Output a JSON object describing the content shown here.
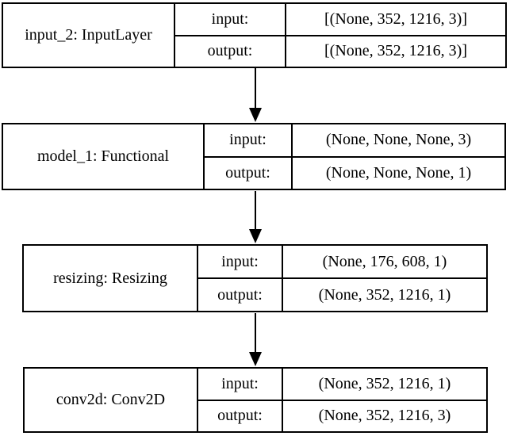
{
  "diagram": {
    "type": "keras-model-architecture",
    "background_color": "#ffffff",
    "border_color": "#000000",
    "text_color": "#000000",
    "nodes": [
      {
        "name": "input_2: InputLayer",
        "input_label": "input:",
        "output_label": "output:",
        "input_shape": "[(None, 352, 1216, 3)]",
        "output_shape": "[(None, 352, 1216, 3)]"
      },
      {
        "name": "model_1: Functional",
        "input_label": "input:",
        "output_label": "output:",
        "input_shape": "(None, None, None, 3)",
        "output_shape": "(None, None, None, 1)"
      },
      {
        "name": "resizing: Resizing",
        "input_label": "input:",
        "output_label": "output:",
        "input_shape": "(None, 176, 608, 1)",
        "output_shape": "(None, 352, 1216, 1)"
      },
      {
        "name": "conv2d: Conv2D",
        "input_label": "input:",
        "output_label": "output:",
        "input_shape": "(None, 352, 1216, 1)",
        "output_shape": "(None, 352, 1216, 3)"
      }
    ],
    "edges": [
      {
        "from": "input_2: InputLayer",
        "to": "model_1: Functional"
      },
      {
        "from": "model_1: Functional",
        "to": "resizing: Resizing"
      },
      {
        "from": "resizing: Resizing",
        "to": "conv2d: Conv2D"
      }
    ]
  }
}
